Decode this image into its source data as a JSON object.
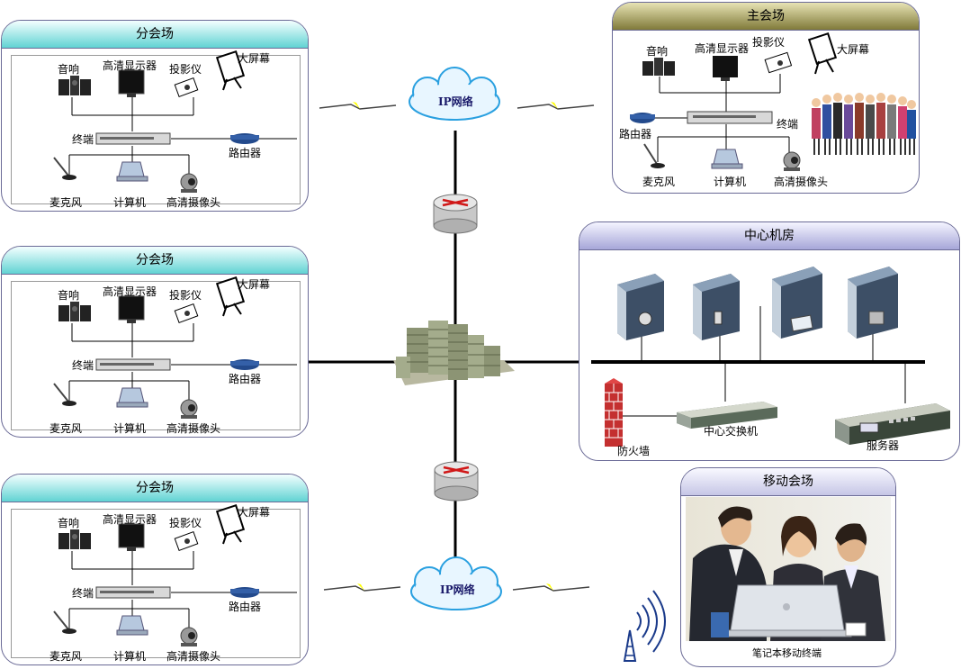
{
  "branch_sites": [
    {
      "title": "分会场",
      "audio": "音响",
      "hd_display": "高清显示器",
      "projector": "投影仪",
      "big_screen": "大屏幕",
      "terminal": "终端",
      "router": "路由器",
      "microphone": "麦克风",
      "computer": "计算机",
      "hd_camera": "高清摄像头"
    },
    {
      "title": "分会场",
      "audio": "音响",
      "hd_display": "高清显示器",
      "projector": "投影仪",
      "big_screen": "大屏幕",
      "terminal": "终端",
      "router": "路由器",
      "microphone": "麦克风",
      "computer": "计算机",
      "hd_camera": "高清摄像头"
    },
    {
      "title": "分会场",
      "audio": "音响",
      "hd_display": "高清显示器",
      "projector": "投影仪",
      "big_screen": "大屏幕",
      "terminal": "终端",
      "router": "路由器",
      "microphone": "麦克风",
      "computer": "计算机",
      "hd_camera": "高清摄像头"
    }
  ],
  "main_site": {
    "title": "主会场",
    "audio": "音响",
    "hd_display": "高清显示器",
    "projector": "投影仪",
    "big_screen": "大屏幕",
    "terminal": "终端",
    "router": "路由器",
    "microphone": "麦克风",
    "computer": "计算机",
    "hd_camera": "高清摄像头"
  },
  "network": {
    "cloud_top": "IP网络",
    "cloud_bottom": "IP网络"
  },
  "data_center": {
    "title": "中心机房",
    "firewall": "防火墙",
    "core_switch": "中心交换机",
    "server": "服务器"
  },
  "mobile_site": {
    "title": "移动会场",
    "caption": "笔记本移动终端"
  },
  "colors": {
    "branch_header": "#61d3d3",
    "main_header": "#807a3a",
    "data_center_header": "#a6a6d8",
    "mobile_header": "#c6c6e6",
    "panel_border": "#6a6a96"
  }
}
